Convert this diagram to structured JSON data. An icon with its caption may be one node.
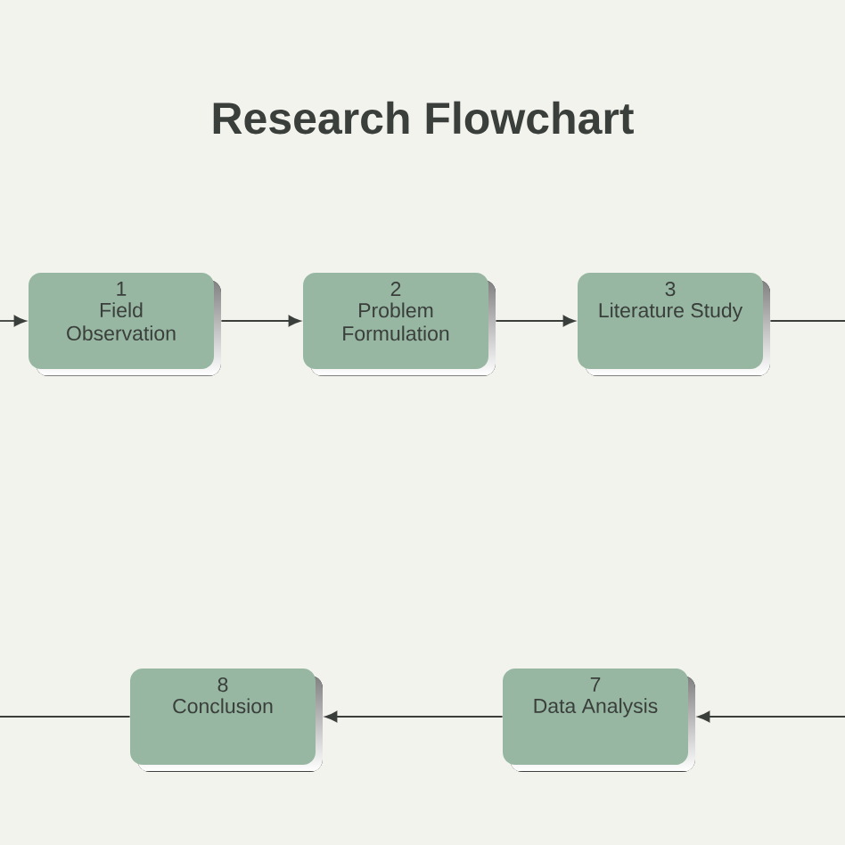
{
  "diagram": {
    "title": "Research Flowchart",
    "nodes": [
      {
        "text": [
          "1",
          "Field Observation"
        ]
      },
      {
        "text": [
          "2",
          "Problem Formulation"
        ]
      },
      {
        "text": [
          "3",
          "Literature Study"
        ]
      },
      {
        "text": [
          "8",
          "Conclusion"
        ]
      },
      {
        "text": [
          "7",
          "Data Analysis"
        ]
      }
    ],
    "edges": [
      {
        "from": null,
        "to": 0,
        "arrow": "to"
      },
      {
        "from": 0,
        "to": 1,
        "arrow": "to"
      },
      {
        "from": 1,
        "to": 2,
        "arrow": "to"
      },
      {
        "from": 2,
        "to": null,
        "arrow": "none"
      },
      {
        "from": null,
        "to": 4,
        "arrow": "to"
      },
      {
        "from": 4,
        "to": 3,
        "arrow": "to"
      },
      {
        "from": 3,
        "to": null,
        "arrow": "none"
      }
    ]
  }
}
